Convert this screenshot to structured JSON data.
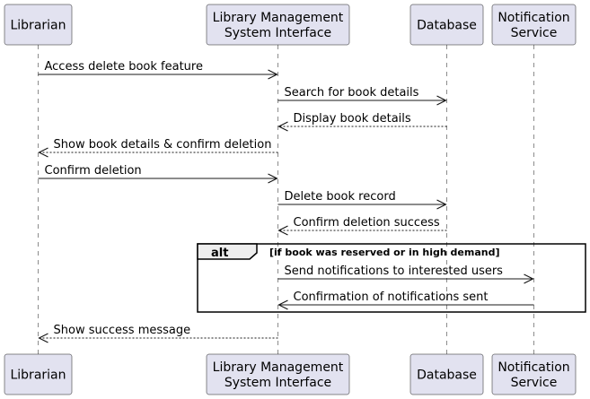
{
  "participants": [
    {
      "id": "librarian",
      "lines": [
        "Librarian"
      ]
    },
    {
      "id": "lms",
      "lines": [
        "Library Management",
        "System Interface"
      ]
    },
    {
      "id": "database",
      "lines": [
        "Database"
      ]
    },
    {
      "id": "notification",
      "lines": [
        "Notification",
        "Service"
      ]
    }
  ],
  "messages": [
    {
      "from": "librarian",
      "to": "lms",
      "label": "Access delete book feature",
      "style": "solid"
    },
    {
      "from": "lms",
      "to": "database",
      "label": "Search for book details",
      "style": "solid"
    },
    {
      "from": "database",
      "to": "lms",
      "label": "Display book details",
      "style": "dashed"
    },
    {
      "from": "lms",
      "to": "librarian",
      "label": "Show book details & confirm deletion",
      "style": "dashed"
    },
    {
      "from": "librarian",
      "to": "lms",
      "label": "Confirm deletion",
      "style": "solid"
    },
    {
      "from": "lms",
      "to": "database",
      "label": "Delete book record",
      "style": "solid"
    },
    {
      "from": "database",
      "to": "lms",
      "label": "Confirm deletion success",
      "style": "dashed"
    },
    {
      "from": "lms",
      "to": "notification",
      "label": "Send notifications to interested users",
      "style": "solid"
    },
    {
      "from": "notification",
      "to": "lms",
      "label": "Confirmation of notifications sent",
      "style": "solid"
    },
    {
      "from": "lms",
      "to": "librarian",
      "label": "Show success message",
      "style": "dashed"
    }
  ],
  "fragment": {
    "keyword": "alt",
    "guard": "[if book was reserved or in high demand]"
  }
}
